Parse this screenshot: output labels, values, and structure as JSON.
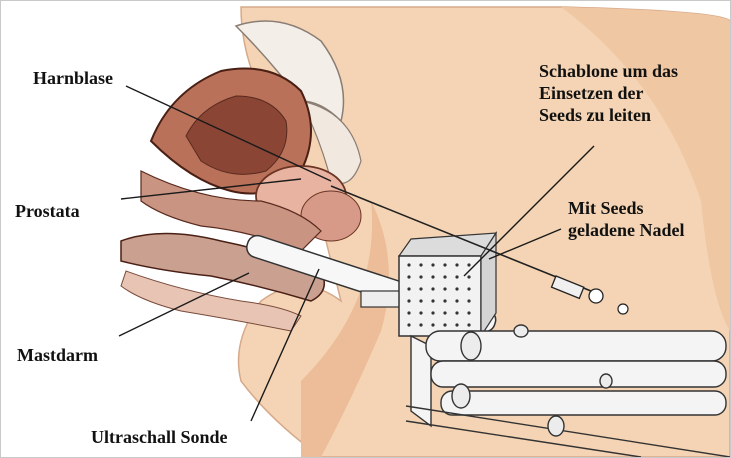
{
  "labels": {
    "bladder": "Harnblase",
    "prostate": "Prostata",
    "rectum": "Mastdarm",
    "probe": "Ultraschall Sonde",
    "template": [
      "Schablone um das",
      "Einsetzen der",
      "Seeds zu leiten"
    ],
    "needle": [
      "Mit Seeds",
      "geladene Nadel"
    ]
  },
  "colors": {
    "skin": "#f4d4b4",
    "skin_shadow": "#e6b38c",
    "organ_dark": "#7a3d2c",
    "organ_mid": "#b9715a",
    "organ_light": "#e8b3a0",
    "line": "#1a1a1a",
    "device": "#e9e9e9"
  }
}
